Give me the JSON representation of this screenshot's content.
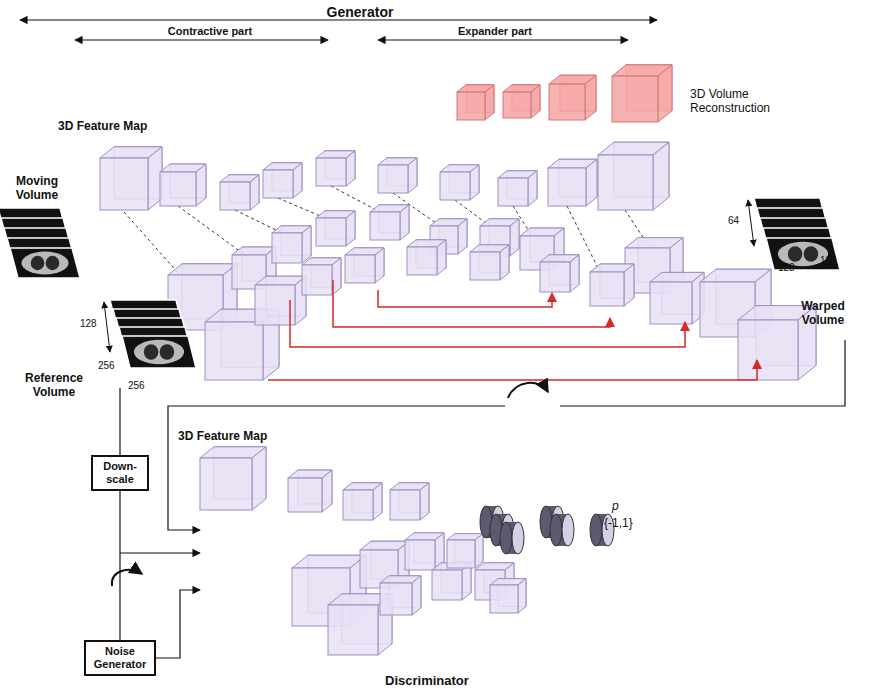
{
  "diagram": {
    "nodes": [
      {
        "text": [
          "Down-scale"
        ]
      },
      {
        "text": [
          "Noise Generator"
        ]
      }
    ],
    "edges": [
      {
        "from": 0,
        "to": 1,
        "arrow": "none"
      }
    ],
    "labels": [
      "Generator",
      "Contractive part",
      "Expander part",
      "3D Volume Reconstruction",
      "3D Feature Map",
      "Moving Volume",
      "128",
      "256",
      "256",
      "Reference Volume",
      "64",
      "128",
      "128",
      "Warped Volume",
      "3D Feature Map",
      "p",
      "{-1,1}",
      "Discriminator"
    ]
  }
}
